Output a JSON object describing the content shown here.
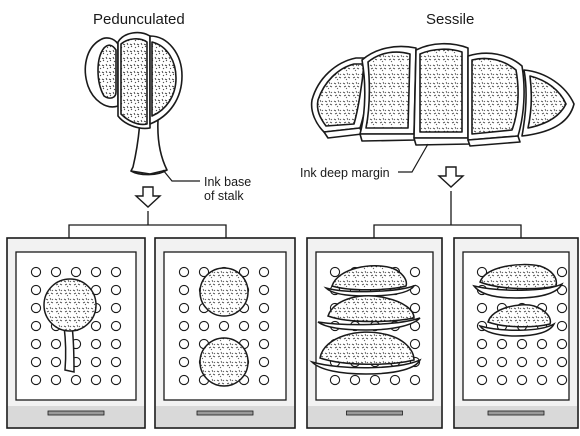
{
  "titles": {
    "left": "Pedunculated",
    "right": "Sessile"
  },
  "annotations": {
    "stalk_line1": "Ink base",
    "stalk_line2": "of stalk",
    "margin": "Ink deep margin"
  },
  "icons": {
    "arrow": "down-arrow-icon",
    "cassette": "tissue-cassette-icon"
  },
  "colors": {
    "stroke": "#1a1a1a",
    "fill": "#ffffff",
    "frame": "#f2f2f2",
    "base": "#d9d9d9"
  }
}
